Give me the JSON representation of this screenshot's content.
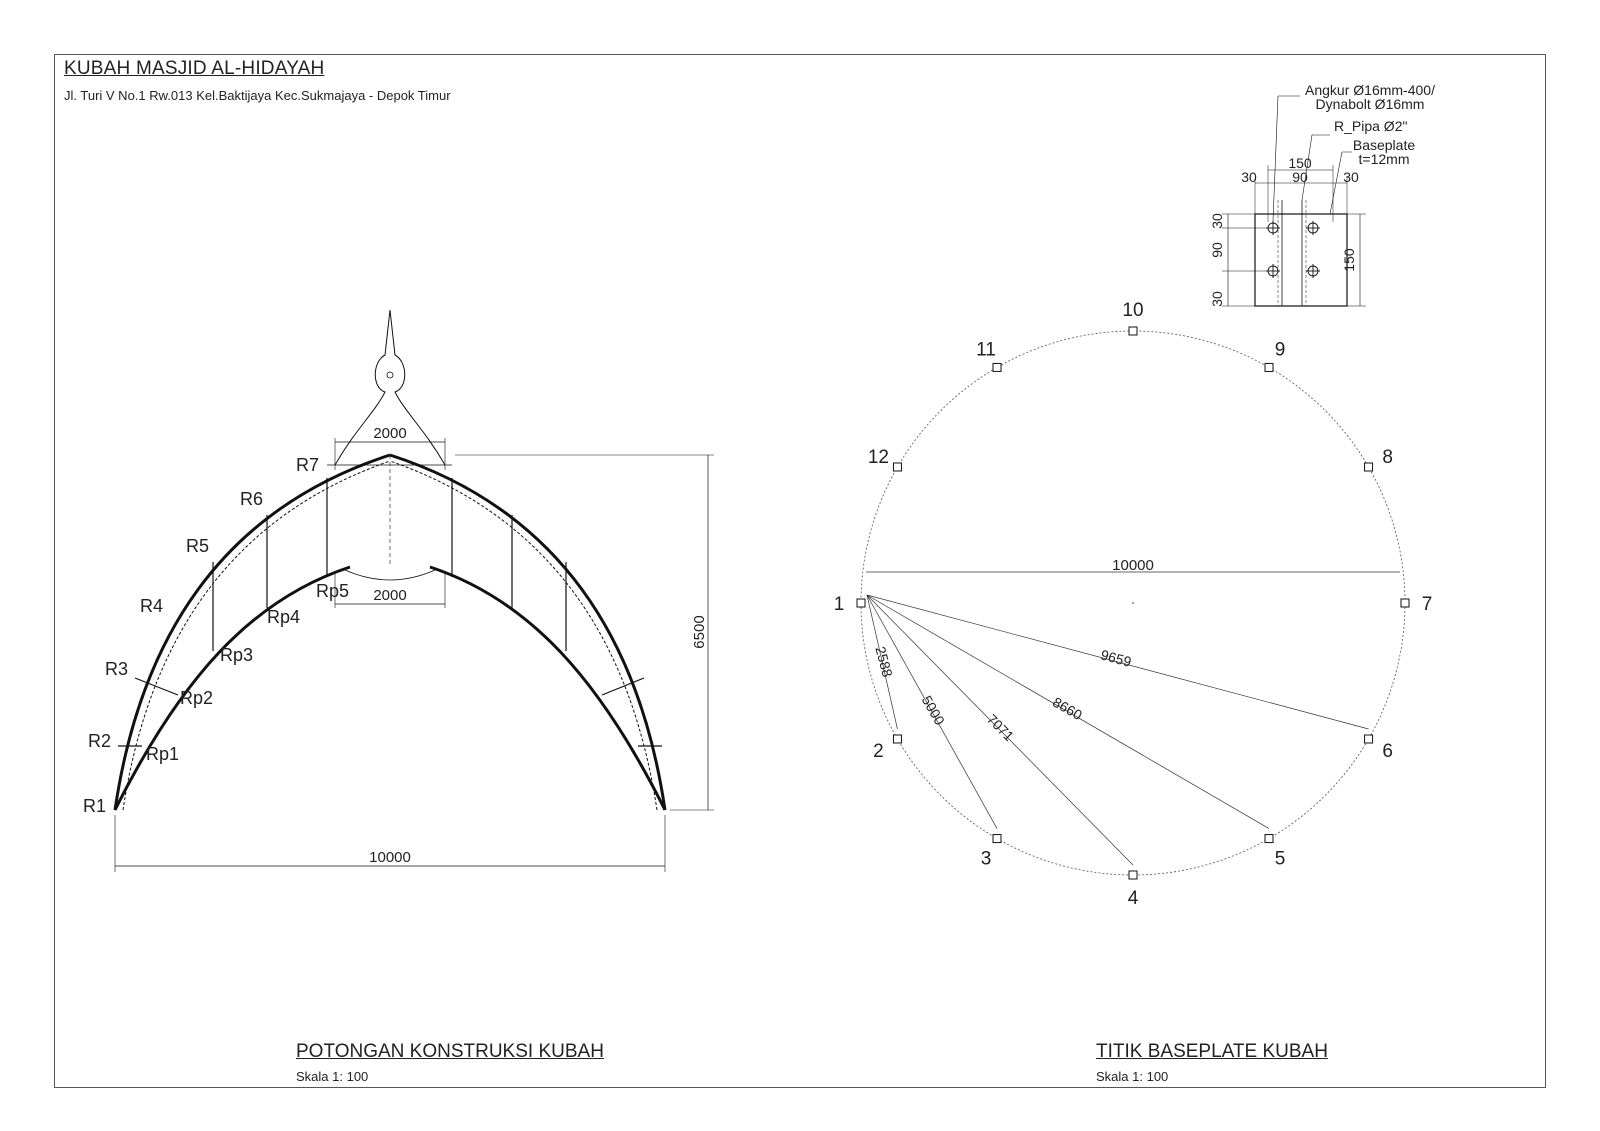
{
  "sheet": {
    "title": "KUBAH MASJID AL-HIDAYAH",
    "address": "Jl. Turi V No.1 Rw.013 Kel.Baktijaya Kec.Sukmajaya - Depok Timur"
  },
  "section_view": {
    "caption": "POTONGAN KONSTRUKSI KUBAH",
    "scale": "Skala 1: 100",
    "dim_width": "10000",
    "dim_height": "6500",
    "dim_top": "2000",
    "dim_inner_top": "2000",
    "outer_labels": [
      "R1",
      "R2",
      "R3",
      "R4",
      "R5",
      "R6",
      "R7"
    ],
    "inner_labels": [
      "Rp1",
      "Rp2",
      "Rp3",
      "Rp4",
      "Rp5"
    ]
  },
  "plan_view": {
    "caption": "TITIK BASEPLATE KUBAH",
    "scale": "Skala 1: 100",
    "diameter": "10000",
    "point_labels": [
      "1",
      "2",
      "3",
      "4",
      "5",
      "6",
      "7",
      "8",
      "9",
      "10",
      "11",
      "12"
    ],
    "chords": [
      {
        "to": "2",
        "length": "2588"
      },
      {
        "to": "3",
        "length": "5000"
      },
      {
        "to": "4",
        "length": "7071"
      },
      {
        "to": "5",
        "length": "8660"
      },
      {
        "to": "6",
        "length": "9659"
      }
    ]
  },
  "baseplate_detail": {
    "anchor_label_1": "Angkur Ø16mm-400/",
    "anchor_label_2": "Dynabolt Ø16mm",
    "pipe_label": "R_Pipa Ø2\"",
    "plate_label_1": "Baseplate",
    "plate_label_2": "t=12mm",
    "top_dims": [
      "30",
      "90",
      "30"
    ],
    "top_total": "150",
    "left_dims": [
      "30",
      "90",
      "30"
    ],
    "right_total": "150"
  }
}
